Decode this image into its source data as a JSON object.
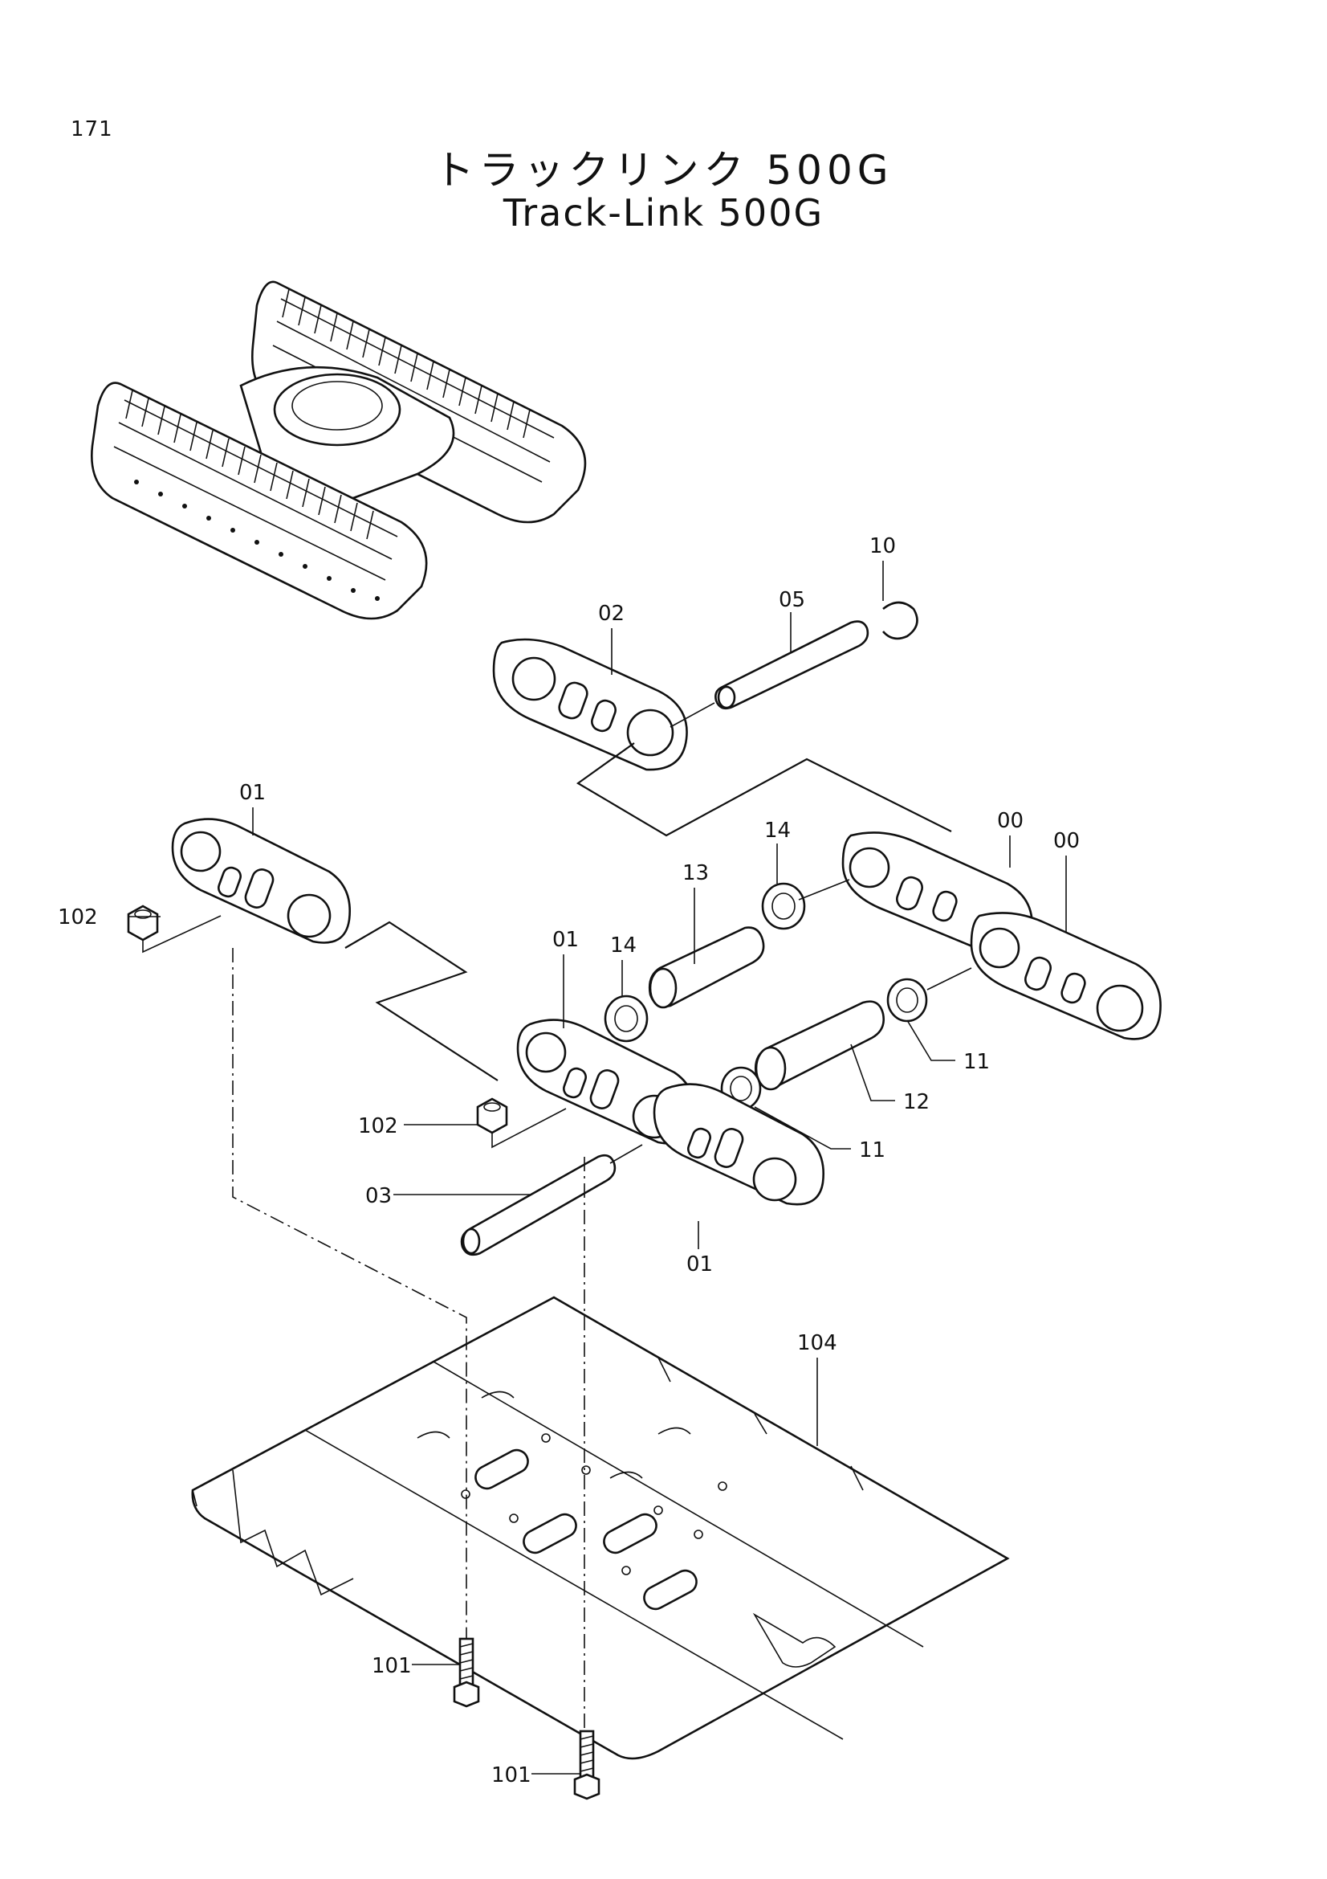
{
  "page_number": "171",
  "title_jp": "トラックリンク 500G",
  "title_en": "Track-Link 500G",
  "callouts": {
    "c10": "10",
    "c05": "05",
    "c02": "02",
    "c01_top": "01",
    "c14_top": "14",
    "c13": "13",
    "c00_a": "00",
    "c00_b": "00",
    "c102_top": "102",
    "c14_mid": "14",
    "c01_mid": "01",
    "c11_right": "11",
    "c12": "12",
    "c102_mid": "102",
    "c11_mid": "11",
    "c03": "03",
    "c01_bot": "01",
    "c104": "104",
    "c101_a": "101",
    "c101_b": "101"
  }
}
